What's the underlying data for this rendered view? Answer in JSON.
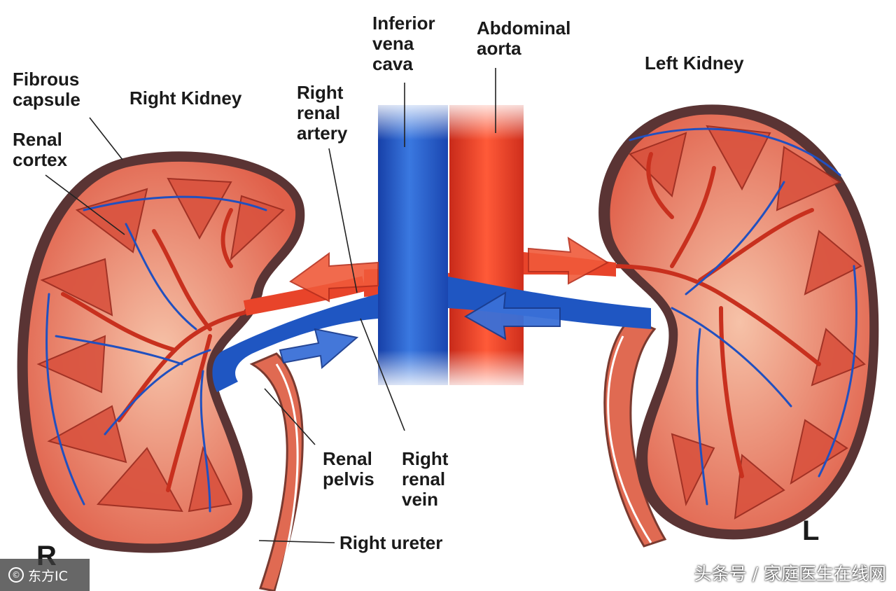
{
  "labels": {
    "fibrous_capsule": "Fibrous\ncapsule",
    "renal_cortex": "Renal\ncortex",
    "right_kidney": "Right Kidney",
    "inferior_vena_cava": "Inferior\nvena\ncava",
    "abdominal_aorta": "Abdominal\naorta",
    "left_kidney": "Left Kidney",
    "right_renal_artery": "Right\nrenal\nartery",
    "renal_pelvis": "Renal\npelvis",
    "right_renal_vein": "Right\nrenal\nvein",
    "right_ureter": "Right ureter",
    "side_r": "R",
    "side_l": "L"
  },
  "watermarks": {
    "left": "东方IC",
    "left_icon": "copyright-icon",
    "right": "头条号 / 家庭医生在线网"
  },
  "colors": {
    "artery": "#e8442a",
    "vein": "#1f56c2",
    "kidney_tissue": "#e2725e",
    "capsule": "#4a2d2d",
    "background": "#ffffff"
  }
}
